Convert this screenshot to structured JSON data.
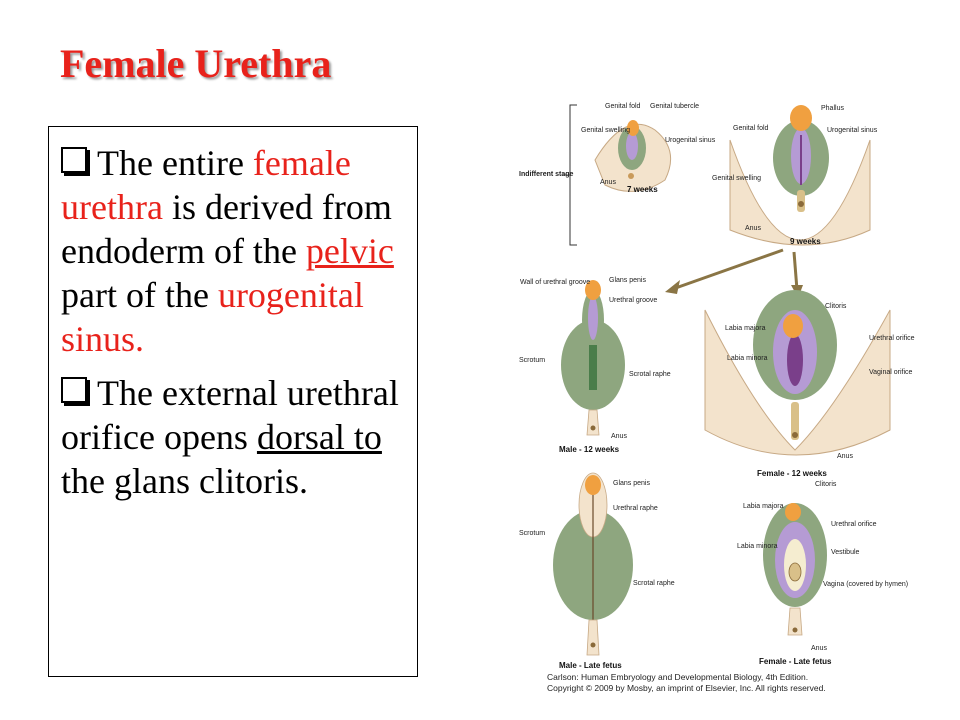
{
  "title": "Female Urethra",
  "bullets": [
    {
      "parts": [
        {
          "text": "The entire ",
          "style": "normal"
        },
        {
          "text": "female urethra",
          "style": "red"
        },
        {
          "text": " is derived from endoderm of the ",
          "style": "normal"
        },
        {
          "text": "pelvic",
          "style": "red-underline"
        },
        {
          "text": " part of the ",
          "style": "normal"
        },
        {
          "text": "urogenital sinus.",
          "style": "red"
        }
      ]
    },
    {
      "parts": [
        {
          "text": "The external urethral orifice opens ",
          "style": "normal"
        },
        {
          "text": "dorsal to ",
          "style": "underline"
        },
        {
          "text": "the glans clitoris.",
          "style": "normal"
        }
      ]
    }
  ],
  "figure": {
    "stage_label": "Indifferent stage",
    "captions": {
      "w7": "7 weeks",
      "w9": "9 weeks",
      "male12": "Male - 12 weeks",
      "female12": "Female - 12 weeks",
      "male_late": "Male - Late fetus",
      "female_late": "Female - Late fetus"
    },
    "labels": {
      "genital_fold": "Genital fold",
      "genital_tubercle": "Genital tubercle",
      "genital_swelling": "Genital swelling",
      "urogenital_sinus": "Urogenital sinus",
      "anus": "Anus",
      "phallus": "Phallus",
      "wall_urethral_groove": "Wall of urethral groove",
      "glans_penis": "Glans penis",
      "urethral_groove": "Urethral groove",
      "scrotum": "Scrotum",
      "scrotal_raphe": "Scrotal raphe",
      "clitoris": "Clitoris",
      "labia_majora": "Labia majora",
      "labia_minora": "Labia minora",
      "urethral_orifice": "Urethral orifice",
      "vaginal_orifice": "Vaginal orifice",
      "urethral_raphe": "Urethral raphe",
      "vestibule": "Vestibule",
      "vagina_hymen": "Vagina (covered by hymen)"
    },
    "credit_line1": "Carlson: Human Embryology and Developmental Biology, 4th Edition.",
    "credit_line2": "Copyright © 2009 by Mosby, an imprint of Elsevier, Inc. All rights reserved."
  }
}
